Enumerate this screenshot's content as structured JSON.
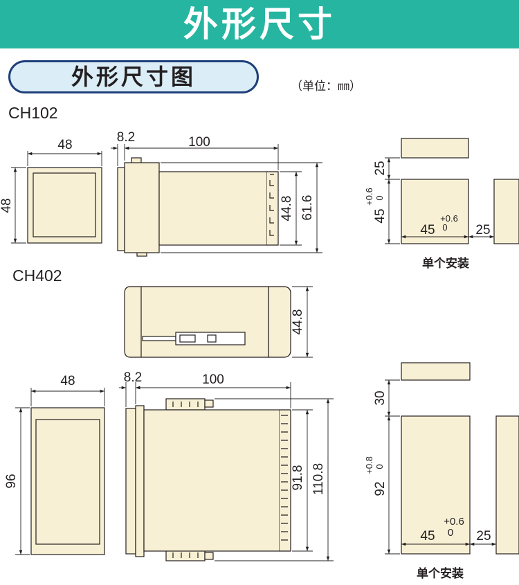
{
  "header": {
    "title": "外形尺寸"
  },
  "section": {
    "title": "外形尺寸图",
    "unit_note": "（单位：㎜）"
  },
  "ch102": {
    "model": "CH102",
    "front": {
      "width": "48",
      "height": "48"
    },
    "side": {
      "bezel": "8.2",
      "length": "100",
      "inner_height": "44.8",
      "outer_height": "61.6"
    },
    "cutout": {
      "gap_vertical": "25",
      "height": "45",
      "height_tol_plus": "+0.6",
      "height_tol_minus": "0",
      "width": "45",
      "width_tol_plus": "+0.6",
      "width_tol_minus": "0",
      "gap_horizontal": "25",
      "caption": "单个安装"
    }
  },
  "ch402": {
    "model": "CH402",
    "top": {
      "height": "44.8"
    },
    "front": {
      "width": "48",
      "height": "96"
    },
    "side": {
      "bezel": "8.2",
      "length": "100",
      "inner_height": "91.8",
      "outer_height": "110.8"
    },
    "cutout": {
      "gap_vertical": "30",
      "height": "92",
      "height_tol_plus": "+0.8",
      "height_tol_minus": "0",
      "width": "45",
      "width_tol_plus": "+0.6",
      "width_tol_minus": "0",
      "gap_horizontal": "25",
      "caption": "单个安装"
    }
  },
  "colors": {
    "banner": "#25b5a0",
    "pill_fill": "#dbeef7",
    "pill_border": "#1e3f7a",
    "body_fill": "#f7f0d4",
    "line": "#231f20"
  }
}
